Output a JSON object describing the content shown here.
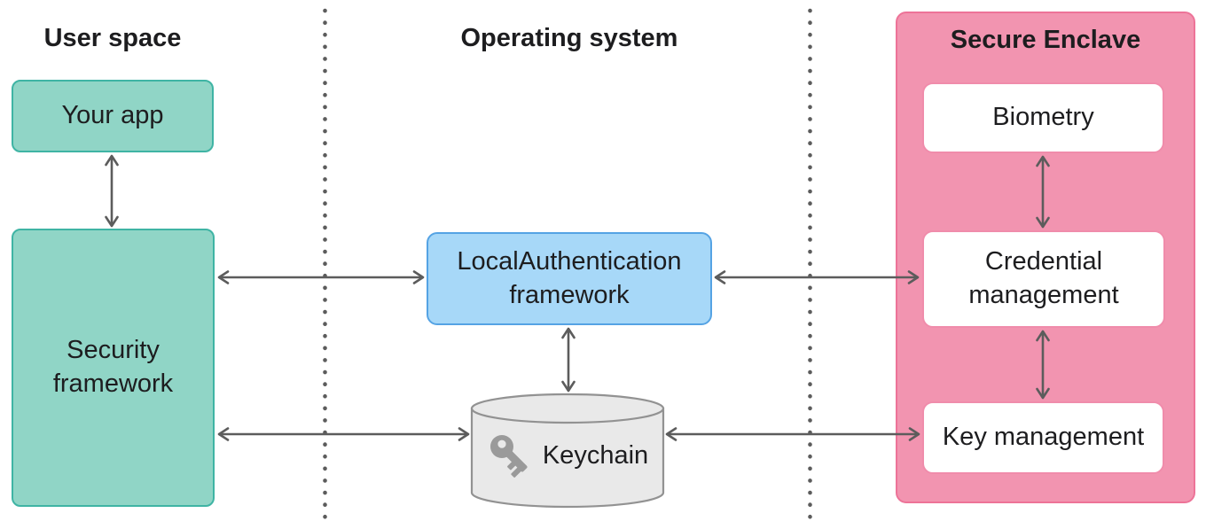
{
  "columns": [
    {
      "title": "User space"
    },
    {
      "title": "Operating system"
    },
    {
      "title": "Secure Enclave"
    }
  ],
  "nodes": {
    "your_app": {
      "label": "Your app"
    },
    "security_framework": {
      "label": "Security\nframework"
    },
    "local_authentication": {
      "label": "LocalAuthentication\nframework"
    },
    "keychain": {
      "label": "Keychain",
      "icon": "key-icon"
    },
    "biometry": {
      "label": "Biometry"
    },
    "credential_management": {
      "label": "Credential\nmanagement"
    },
    "key_management": {
      "label": "Key management"
    }
  },
  "connections": [
    {
      "from": "your_app",
      "to": "security_framework",
      "bidirectional": true
    },
    {
      "from": "security_framework",
      "to": "local_authentication",
      "bidirectional": true
    },
    {
      "from": "security_framework",
      "to": "keychain",
      "bidirectional": true
    },
    {
      "from": "local_authentication",
      "to": "keychain",
      "bidirectional": true
    },
    {
      "from": "local_authentication",
      "to": "credential_management",
      "bidirectional": true
    },
    {
      "from": "keychain",
      "to": "key_management",
      "bidirectional": true
    },
    {
      "from": "biometry",
      "to": "credential_management",
      "bidirectional": true
    },
    {
      "from": "credential_management",
      "to": "key_management",
      "bidirectional": true
    }
  ],
  "colors": {
    "teal_fill": "#90d5c6",
    "teal_border": "#3fb4a4",
    "blue_fill": "#a7d8f8",
    "blue_border": "#55a3e4",
    "pink_fill": "#f294b0",
    "pink_border": "#ed7398",
    "white_box_border": "#f08cab",
    "cylinder_fill": "#e9e9e9",
    "cylinder_border": "#929292",
    "key_icon": "#9a9a9a",
    "arrow": "#5c5c5c",
    "divider_dot": "#5c5c5c",
    "text": "#1d1d1f",
    "background": "#ffffff"
  }
}
